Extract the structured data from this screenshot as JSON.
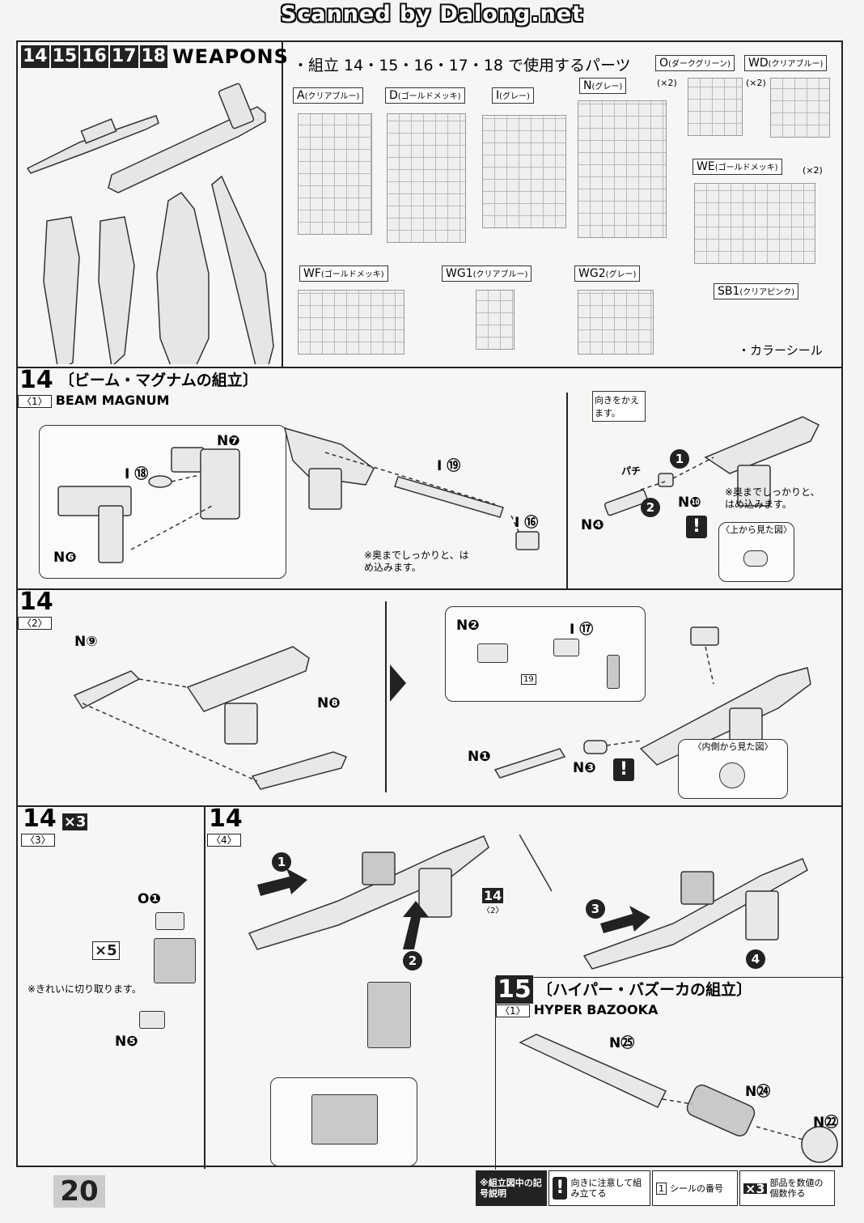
{
  "header": {
    "scan_credit": "Scanned by Dalong.net"
  },
  "weapons": {
    "step_numbers": [
      "14",
      "15",
      "16",
      "17",
      "18"
    ],
    "title": "WEAPONS",
    "parts_heading": "・組立 14・15・16・17・18 で使用するパーツ",
    "sprues": [
      {
        "name": "O",
        "note": "(ダークグリーン)",
        "mult": "(×2)"
      },
      {
        "name": "WD",
        "note": "(クリアブルー)",
        "mult": "(×2)"
      },
      {
        "name": "A",
        "note": "(クリアブルー)"
      },
      {
        "name": "D",
        "note": "(ゴールドメッキ)"
      },
      {
        "name": "I",
        "note": "(グレー)"
      },
      {
        "name": "N",
        "note": "(グレー)"
      },
      {
        "name": "WE",
        "note": "(ゴールドメッキ)",
        "mult": "(×2)"
      },
      {
        "name": "WF",
        "note": "(ゴールドメッキ)"
      },
      {
        "name": "WG1",
        "note": "(クリアブルー)"
      },
      {
        "name": "WG2",
        "note": "(グレー)"
      },
      {
        "name": "SB1",
        "note": "(クリアピンク)"
      }
    ],
    "color_seal": "・カラーシール"
  },
  "step14_1": {
    "num": "14",
    "sub": "〈1〉",
    "title_jp": "〔ビーム・マグナムの組立〕",
    "title_en": "BEAM MAGNUM",
    "parts": {
      "i18": "I ⑱",
      "n7": "N❼",
      "n6": "N❻",
      "i19": "I ⑲",
      "i16": "I ⑯",
      "n10": "N❿",
      "n4": "N❹"
    },
    "note_a": "※奥までしっかりと、はめ込みます。",
    "note_b": "※奥までしっかりと、はめ込みます。",
    "turn_note": "向きをかえます。",
    "top_view": "〈上から見た図〉",
    "click": "パチ"
  },
  "step14_2": {
    "num": "14",
    "sub": "〈2〉",
    "parts": {
      "n9": "N⑨",
      "n8": "N❽",
      "n2": "N❷",
      "i17": "I ⑰",
      "n1": "N❶",
      "n3": "N❸"
    },
    "seal": "19",
    "inner_view": "〈内側から見た図〉"
  },
  "step14_3": {
    "num": "14",
    "sub": "〈3〉",
    "times": "×3",
    "parts": {
      "o1": "O❶",
      "n5": "N❺"
    },
    "x5": "×5",
    "cut_note": "※きれいに切り取ります。"
  },
  "step14_4": {
    "num": "14",
    "sub": "〈4〉",
    "ref_num": "14",
    "ref_sub": "〈2〉",
    "seq": [
      "1",
      "2",
      "3",
      "4"
    ]
  },
  "step15_1": {
    "num": "15",
    "sub": "〈1〉",
    "title_jp": "〔ハイパー・バズーカの組立〕",
    "title_en": "HYPER BAZOOKA",
    "parts": {
      "n25": "N㉕",
      "n24": "N㉔",
      "n22": "N㉒"
    }
  },
  "footer": {
    "page": "20",
    "legend_title": "※組立図中の記号説明",
    "legend_excl": "向きに注意して組み立てる",
    "legend_seal_num": "1",
    "legend_seal": "シールの番号",
    "legend_times": "×3",
    "legend_times_txt": "部品を数値の個数作る"
  }
}
